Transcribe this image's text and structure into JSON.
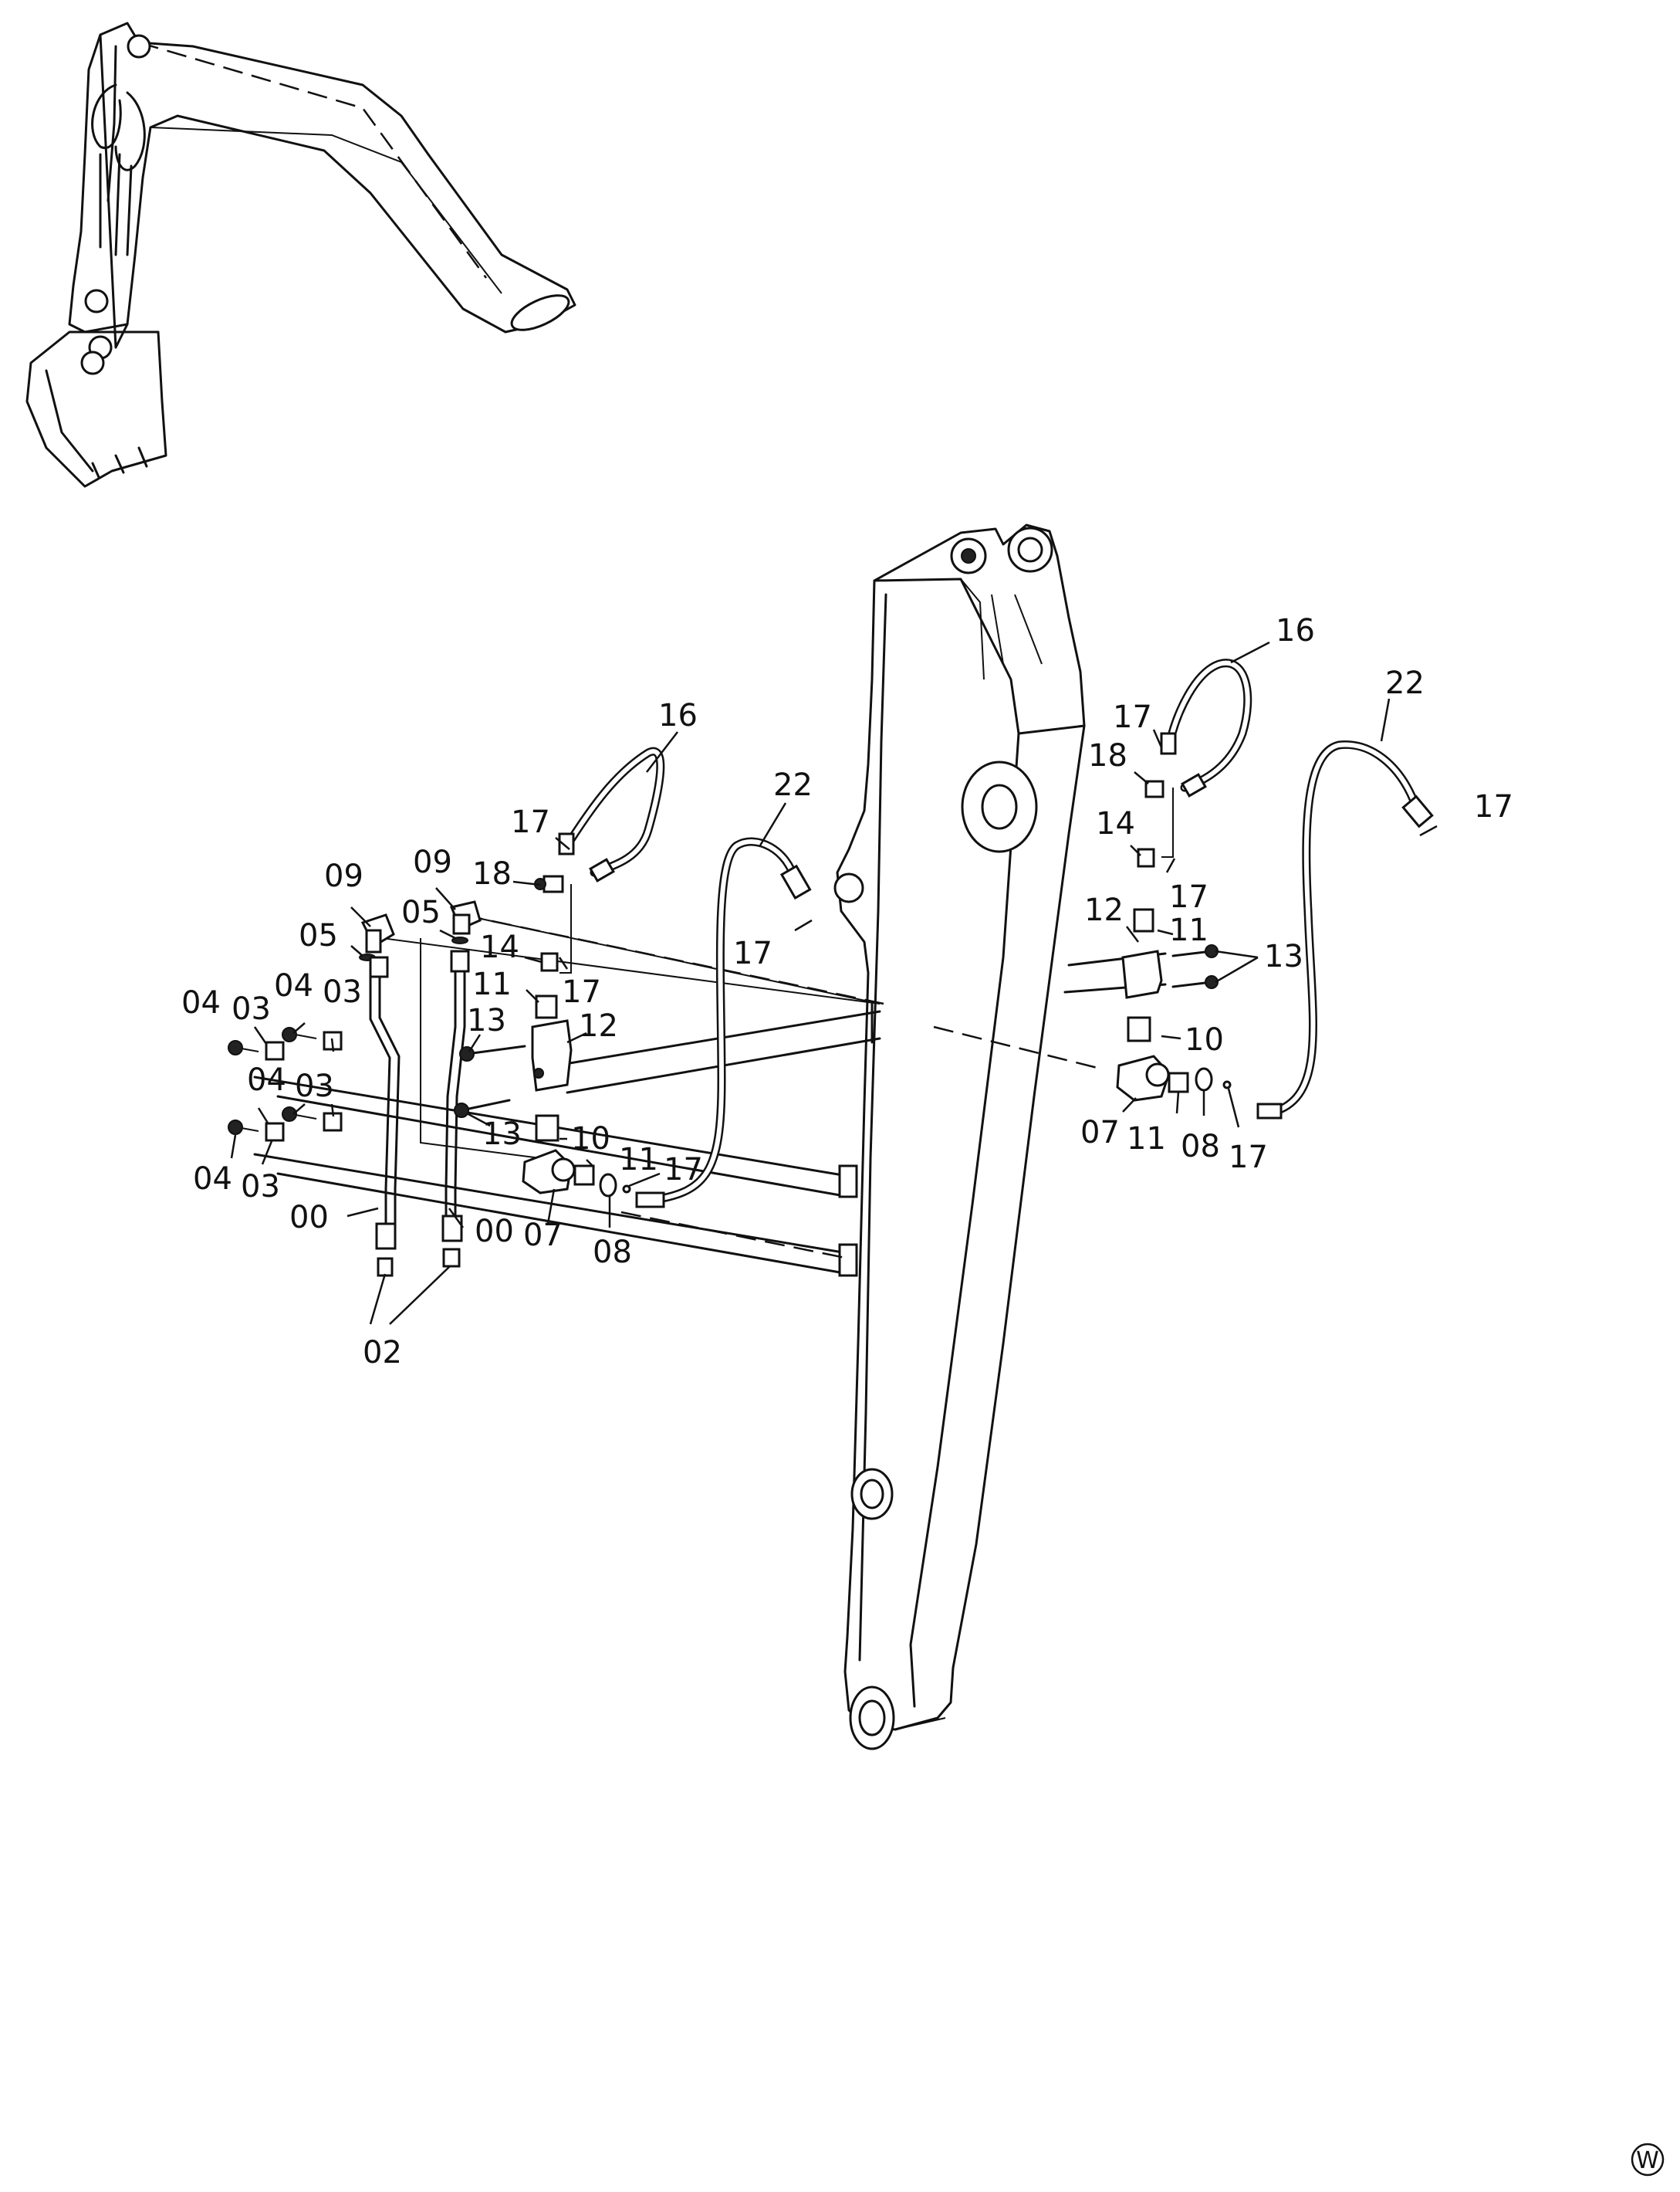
{
  "labels": [
    {
      "id": "lbl-16-left",
      "text": "16"
    },
    {
      "id": "lbl-22-left",
      "text": "22"
    },
    {
      "id": "lbl-17-a",
      "text": "17"
    },
    {
      "id": "lbl-18-left",
      "text": "18"
    },
    {
      "id": "lbl-09-a",
      "text": "09"
    },
    {
      "id": "lbl-09-b",
      "text": "09"
    },
    {
      "id": "lbl-05-a",
      "text": "05"
    },
    {
      "id": "lbl-05-b",
      "text": "05"
    },
    {
      "id": "lbl-17-b",
      "text": "17"
    },
    {
      "id": "lbl-14-left",
      "text": "14"
    },
    {
      "id": "lbl-17-c",
      "text": "17"
    },
    {
      "id": "lbl-11-a",
      "text": "11"
    },
    {
      "id": "lbl-12-left",
      "text": "12"
    },
    {
      "id": "lbl-13-a",
      "text": "13"
    },
    {
      "id": "lbl-13-b",
      "text": "13"
    },
    {
      "id": "lbl-04-a",
      "text": "04"
    },
    {
      "id": "lbl-03-a",
      "text": "03"
    },
    {
      "id": "lbl-04-b",
      "text": "04"
    },
    {
      "id": "lbl-03-b",
      "text": "03"
    },
    {
      "id": "lbl-04-c",
      "text": "04"
    },
    {
      "id": "lbl-03-c",
      "text": "03"
    },
    {
      "id": "lbl-04-d",
      "text": "04"
    },
    {
      "id": "lbl-03-d",
      "text": "03"
    },
    {
      "id": "lbl-10-left",
      "text": "10"
    },
    {
      "id": "lbl-11-b",
      "text": "11"
    },
    {
      "id": "lbl-17-d",
      "text": "17"
    },
    {
      "id": "lbl-07-left",
      "text": "07"
    },
    {
      "id": "lbl-08-left",
      "text": "08"
    },
    {
      "id": "lbl-00-a",
      "text": "00"
    },
    {
      "id": "lbl-00-b",
      "text": "00"
    },
    {
      "id": "lbl-02",
      "text": "02"
    },
    {
      "id": "lbl-16-right",
      "text": "16"
    },
    {
      "id": "lbl-22-right",
      "text": "22"
    },
    {
      "id": "lbl-17-e",
      "text": "17"
    },
    {
      "id": "lbl-18-right",
      "text": "18"
    },
    {
      "id": "lbl-17-f",
      "text": "17"
    },
    {
      "id": "lbl-14-right",
      "text": "14"
    },
    {
      "id": "lbl-17-g",
      "text": "17"
    },
    {
      "id": "lbl-12-right",
      "text": "12"
    },
    {
      "id": "lbl-11-c",
      "text": "11"
    },
    {
      "id": "lbl-13-right",
      "text": "13"
    },
    {
      "id": "lbl-10-right",
      "text": "10"
    },
    {
      "id": "lbl-07-right",
      "text": "07"
    },
    {
      "id": "lbl-11-d",
      "text": "11"
    },
    {
      "id": "lbl-08-right",
      "text": "08"
    },
    {
      "id": "lbl-17-h",
      "text": "17"
    }
  ],
  "watermark": "W",
  "colors": {
    "line": "#111111",
    "background": "#ffffff"
  }
}
